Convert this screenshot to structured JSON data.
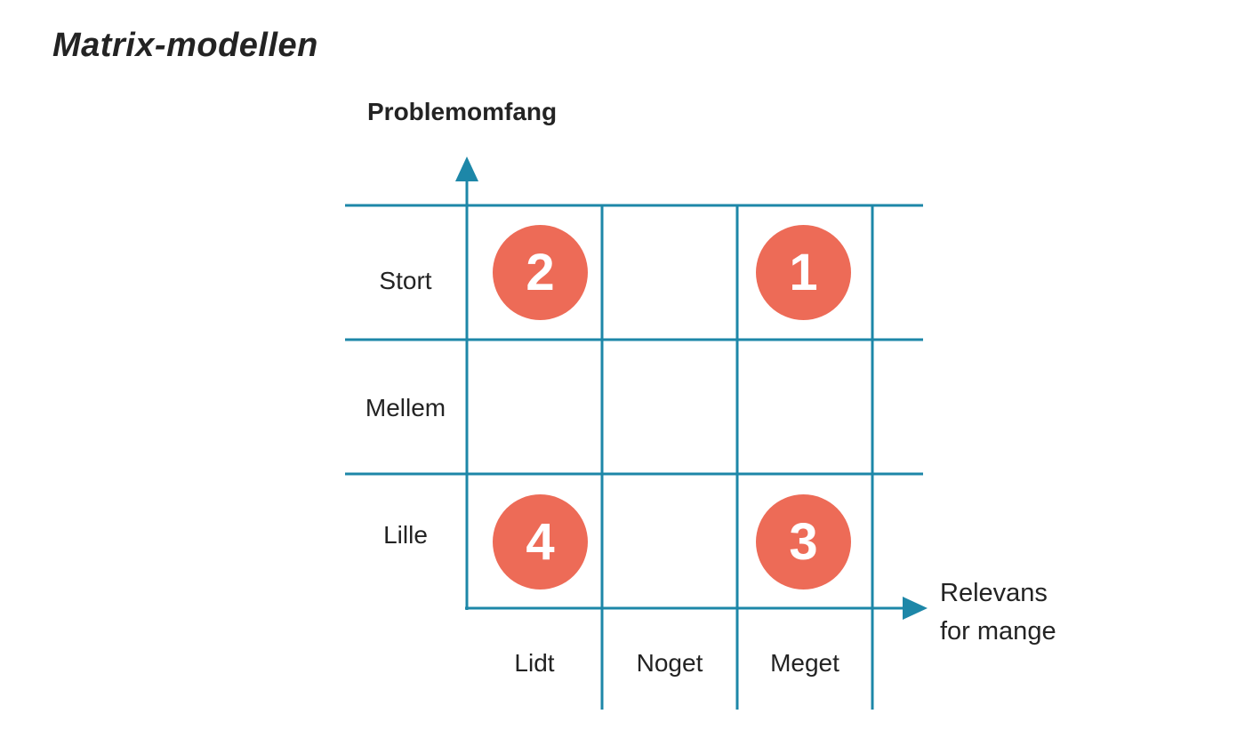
{
  "title": "Matrix-modellen",
  "matrix": {
    "y_axis_label": "Problemomfang",
    "x_axis_label_line1": "Relevans",
    "x_axis_label_line2": "for mange",
    "row_labels": [
      "Stort",
      "Mellem",
      "Lille"
    ],
    "col_labels": [
      "Lidt",
      "Noget",
      "Meget"
    ],
    "markers": [
      {
        "number": "1",
        "row": "Stort",
        "col": "Meget"
      },
      {
        "number": "2",
        "row": "Stort",
        "col": "Lidt"
      },
      {
        "number": "3",
        "row": "Lille",
        "col": "Meget"
      },
      {
        "number": "4",
        "row": "Lille",
        "col": "Lidt"
      }
    ],
    "colors": {
      "grid_line": "#1d87a8",
      "marker_fill": "#ed6b57",
      "marker_text": "#ffffff",
      "text": "#232323",
      "background": "#ffffff"
    }
  }
}
